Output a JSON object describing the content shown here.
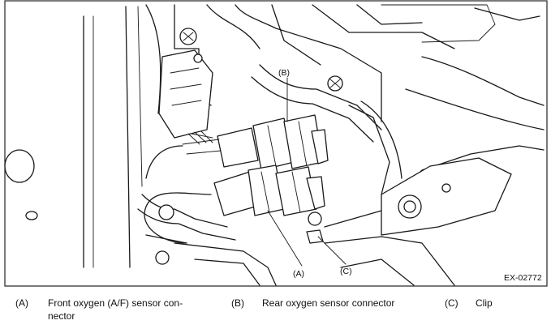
{
  "figure": {
    "code": "EX-02772",
    "callouts": {
      "a": "(A)",
      "b": "(B)",
      "c": "(C)"
    }
  },
  "legend": [
    {
      "key": "(A)",
      "label": "Front oxygen (A/F) sensor con-\nnector"
    },
    {
      "key": "(B)",
      "label": "Rear oxygen sensor connector"
    },
    {
      "key": "(C)",
      "label": "Clip"
    }
  ]
}
